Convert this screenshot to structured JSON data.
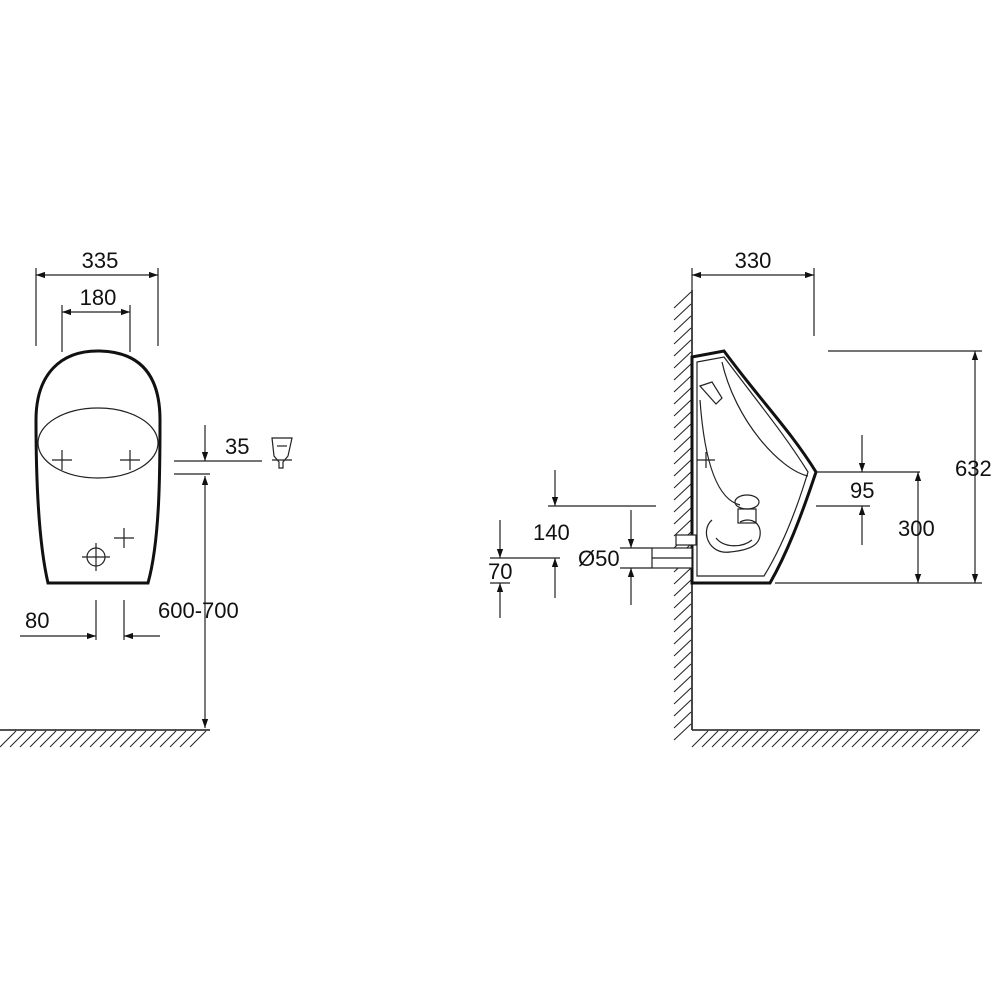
{
  "front_view": {
    "width_total": "335",
    "width_holes": "180",
    "inlet_offset": "35",
    "side_offset": "80",
    "height_range": "600-700"
  },
  "side_view": {
    "depth": "330",
    "height_total": "632",
    "inlet_height": "95",
    "outlet_height": "300",
    "drain_height": "140",
    "drain_offset": "70",
    "drain_diameter": "Ø50"
  }
}
